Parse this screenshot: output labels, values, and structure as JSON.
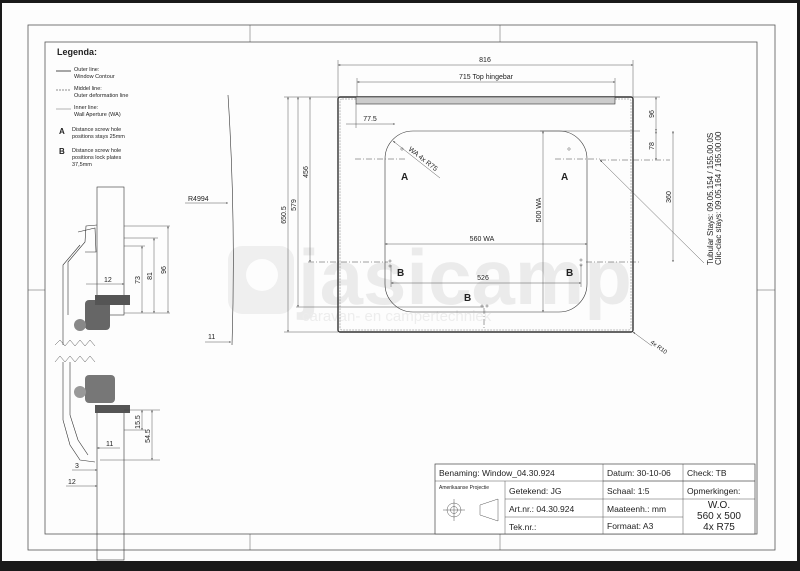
{
  "legend": {
    "title": "Legenda:",
    "items": [
      {
        "line1": "Outer line:",
        "line2": "Window Contour"
      },
      {
        "line1": "Middel line:",
        "line2": "Outer deformation line"
      },
      {
        "line1": "Inner line:",
        "line2": "Wall Aperture (WA)"
      }
    ],
    "notes": [
      {
        "letter": "A",
        "line1": "Distance screw hole",
        "line2": "positions stays 25mm",
        "line3": ""
      },
      {
        "letter": "B",
        "line1": "Distance screw hole",
        "line2": "positions lock plates",
        "line3": "37,5mm"
      }
    ]
  },
  "drawing": {
    "dim_width": "816",
    "dim_hingebar": "715  Top hingebar",
    "dim_650": "650.5",
    "dim_579": "579",
    "dim_456": "456",
    "dim_77": "77.5",
    "radius_label": "WA  4x R75",
    "dim_560": "560  WA",
    "dim_500": "500  WA",
    "dim_526": "526",
    "dim_96": "96",
    "dim_78": "78",
    "dim_360": "360",
    "corner_radius": "4x R10",
    "label_a": "A",
    "label_b": "B",
    "stays_tubular": "Tubular Stays:  09.05.154 / 155.00.0S",
    "stays_clic": "Clic-clac stays: 09.05.164 / 165.00.00",
    "curve_radius": "R4994",
    "dim_11": "11"
  },
  "profile": {
    "d12a": "12",
    "d73": "73",
    "d81": "81",
    "d96": "96",
    "d15": "15.5",
    "d54": "54.5",
    "d11": "11",
    "d3": "3",
    "d12b": "12"
  },
  "watermark": {
    "brand": "jasicamp",
    "tagline": "caravan- en campertechniek"
  },
  "title_block": {
    "benaming": "Benaming: Window_04.30.924",
    "datum": "Datum: 30-10-06",
    "check": "Check: TB",
    "projectie": "Amerikaanse Projectie",
    "getekend": "Getekend: JG",
    "schaal": "Schaal: 1:5",
    "opmerkingen": "Opmerkingen:",
    "artnr": "Art.nr.: 04.30.924",
    "maateenh": "Maateenh.: mm",
    "teknr": "Tek.nr.:",
    "formaat": "Formaat: A3",
    "remark1": "W.O.",
    "remark2": "560 x 500",
    "remark3": "4x R75"
  }
}
